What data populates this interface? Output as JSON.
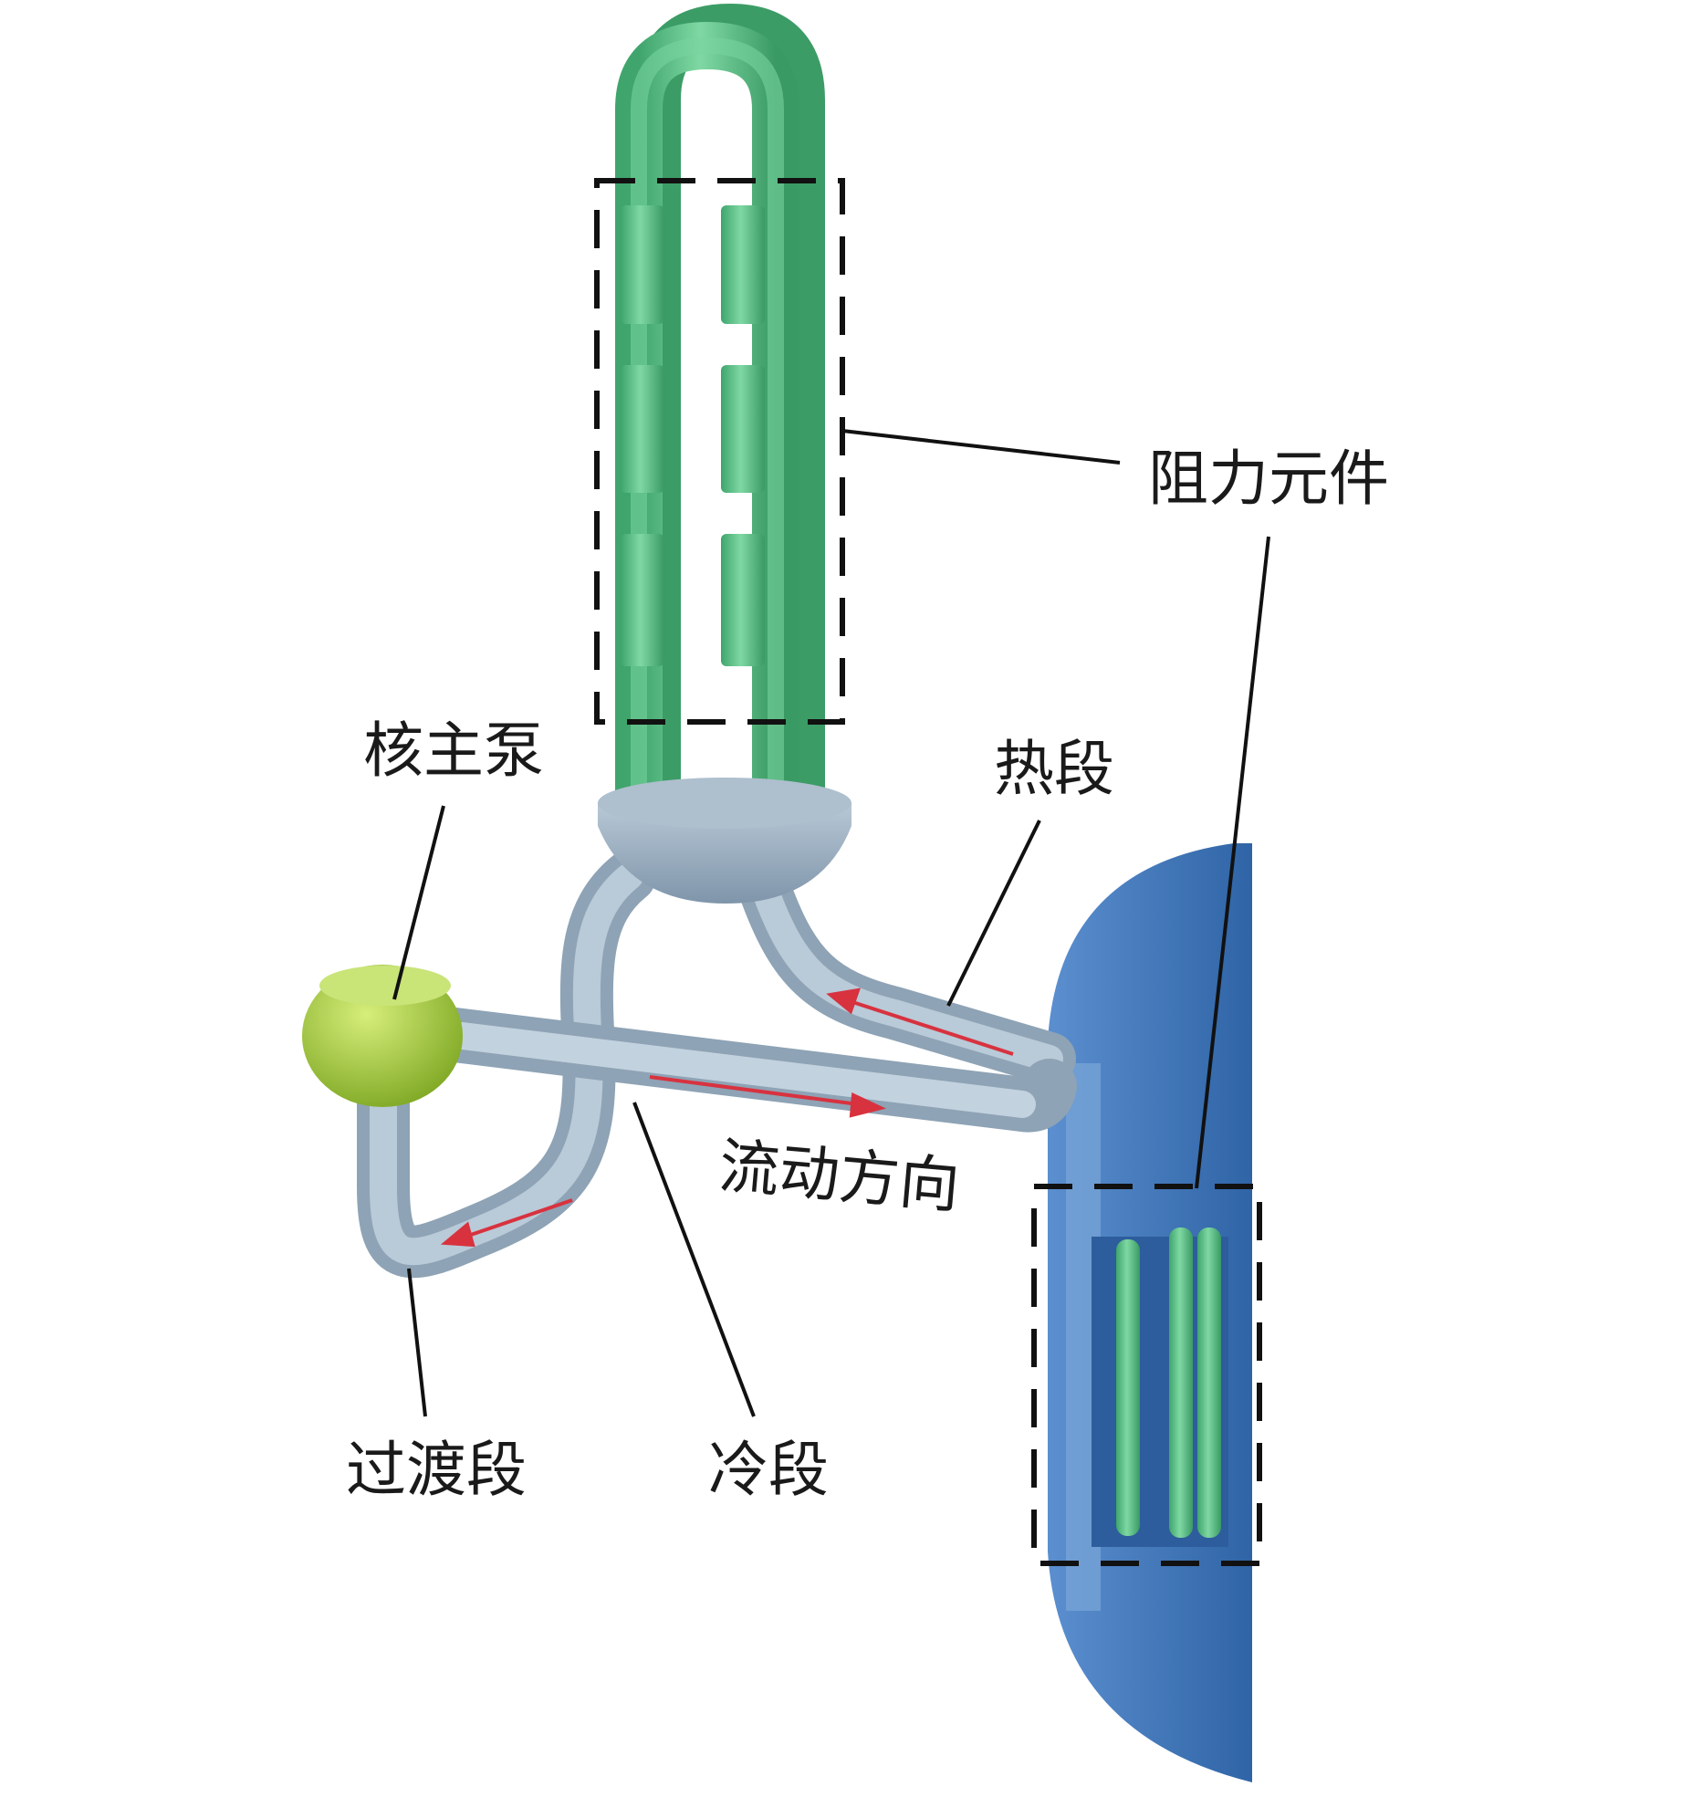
{
  "labels": {
    "resistance_element": "阻力元件",
    "main_pump": "核主泵",
    "hot_leg": "热段",
    "flow_direction": "流动方向",
    "transition_leg": "过渡段",
    "cold_leg": "冷段"
  },
  "colors": {
    "tubes": "#5dc48a",
    "pipe": "#a9bdcc",
    "vessel": "#3f74b4",
    "pump": "#9cc43a",
    "arrow": "#d8323f"
  }
}
